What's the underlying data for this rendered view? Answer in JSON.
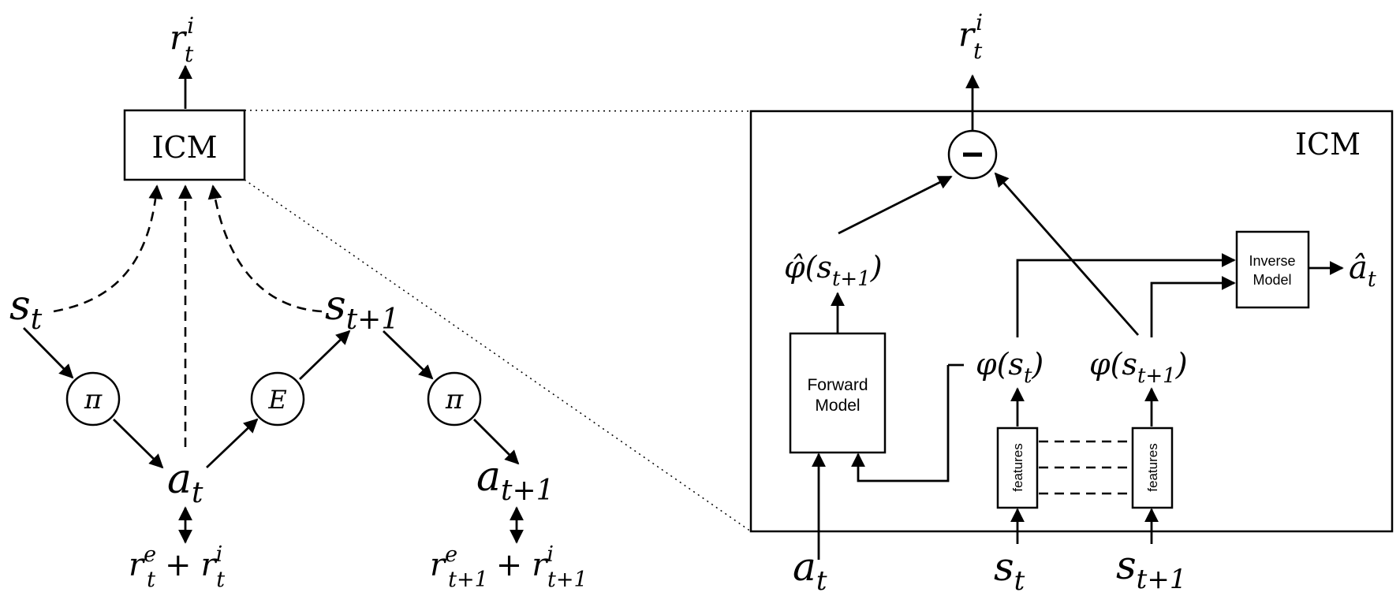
{
  "left": {
    "icm_label": "ICM",
    "reward_top": {
      "base": "r",
      "sub": "t",
      "sup": "i"
    },
    "state_t": {
      "base": "s",
      "sub": "t"
    },
    "state_t1": {
      "base": "s",
      "sub": "t+1"
    },
    "policy_1": "π",
    "policy_2": "π",
    "env": "E",
    "action_t": {
      "base": "a",
      "sub": "t"
    },
    "action_t1": {
      "base": "a",
      "sub": "t+1"
    },
    "reward_t": {
      "ext_base": "r",
      "ext_sup": "e",
      "ext_sub": "t",
      "plus": "+",
      "int_base": "r",
      "int_sup": "i",
      "int_sub": "t"
    },
    "reward_t1": {
      "ext_base": "r",
      "ext_sup": "e",
      "ext_sub": "t+1",
      "plus": "+",
      "int_base": "r",
      "int_sup": "i",
      "int_sub": "t+1"
    }
  },
  "right": {
    "icm_label": "ICM",
    "reward_top": {
      "base": "r",
      "sub": "t",
      "sup": "i"
    },
    "minus": "−",
    "phi_hat": {
      "base": "φ̂(s",
      "sub": "t+1",
      "close": ")"
    },
    "phi_st": {
      "base": "φ(s",
      "sub": "t",
      "close": ")"
    },
    "phi_st1": {
      "base": "φ(s",
      "sub": "t+1",
      "close": ")"
    },
    "a_hat": {
      "base": "â",
      "sub": "t"
    },
    "forward_model": {
      "line1": "Forward",
      "line2": "Model"
    },
    "inverse_model": {
      "line1": "Inverse",
      "line2": "Model"
    },
    "features_1": "features",
    "features_2": "features",
    "input_a": {
      "base": "a",
      "sub": "t"
    },
    "input_s": {
      "base": "s",
      "sub": "t"
    },
    "input_s1": {
      "base": "s",
      "sub": "t+1"
    }
  }
}
